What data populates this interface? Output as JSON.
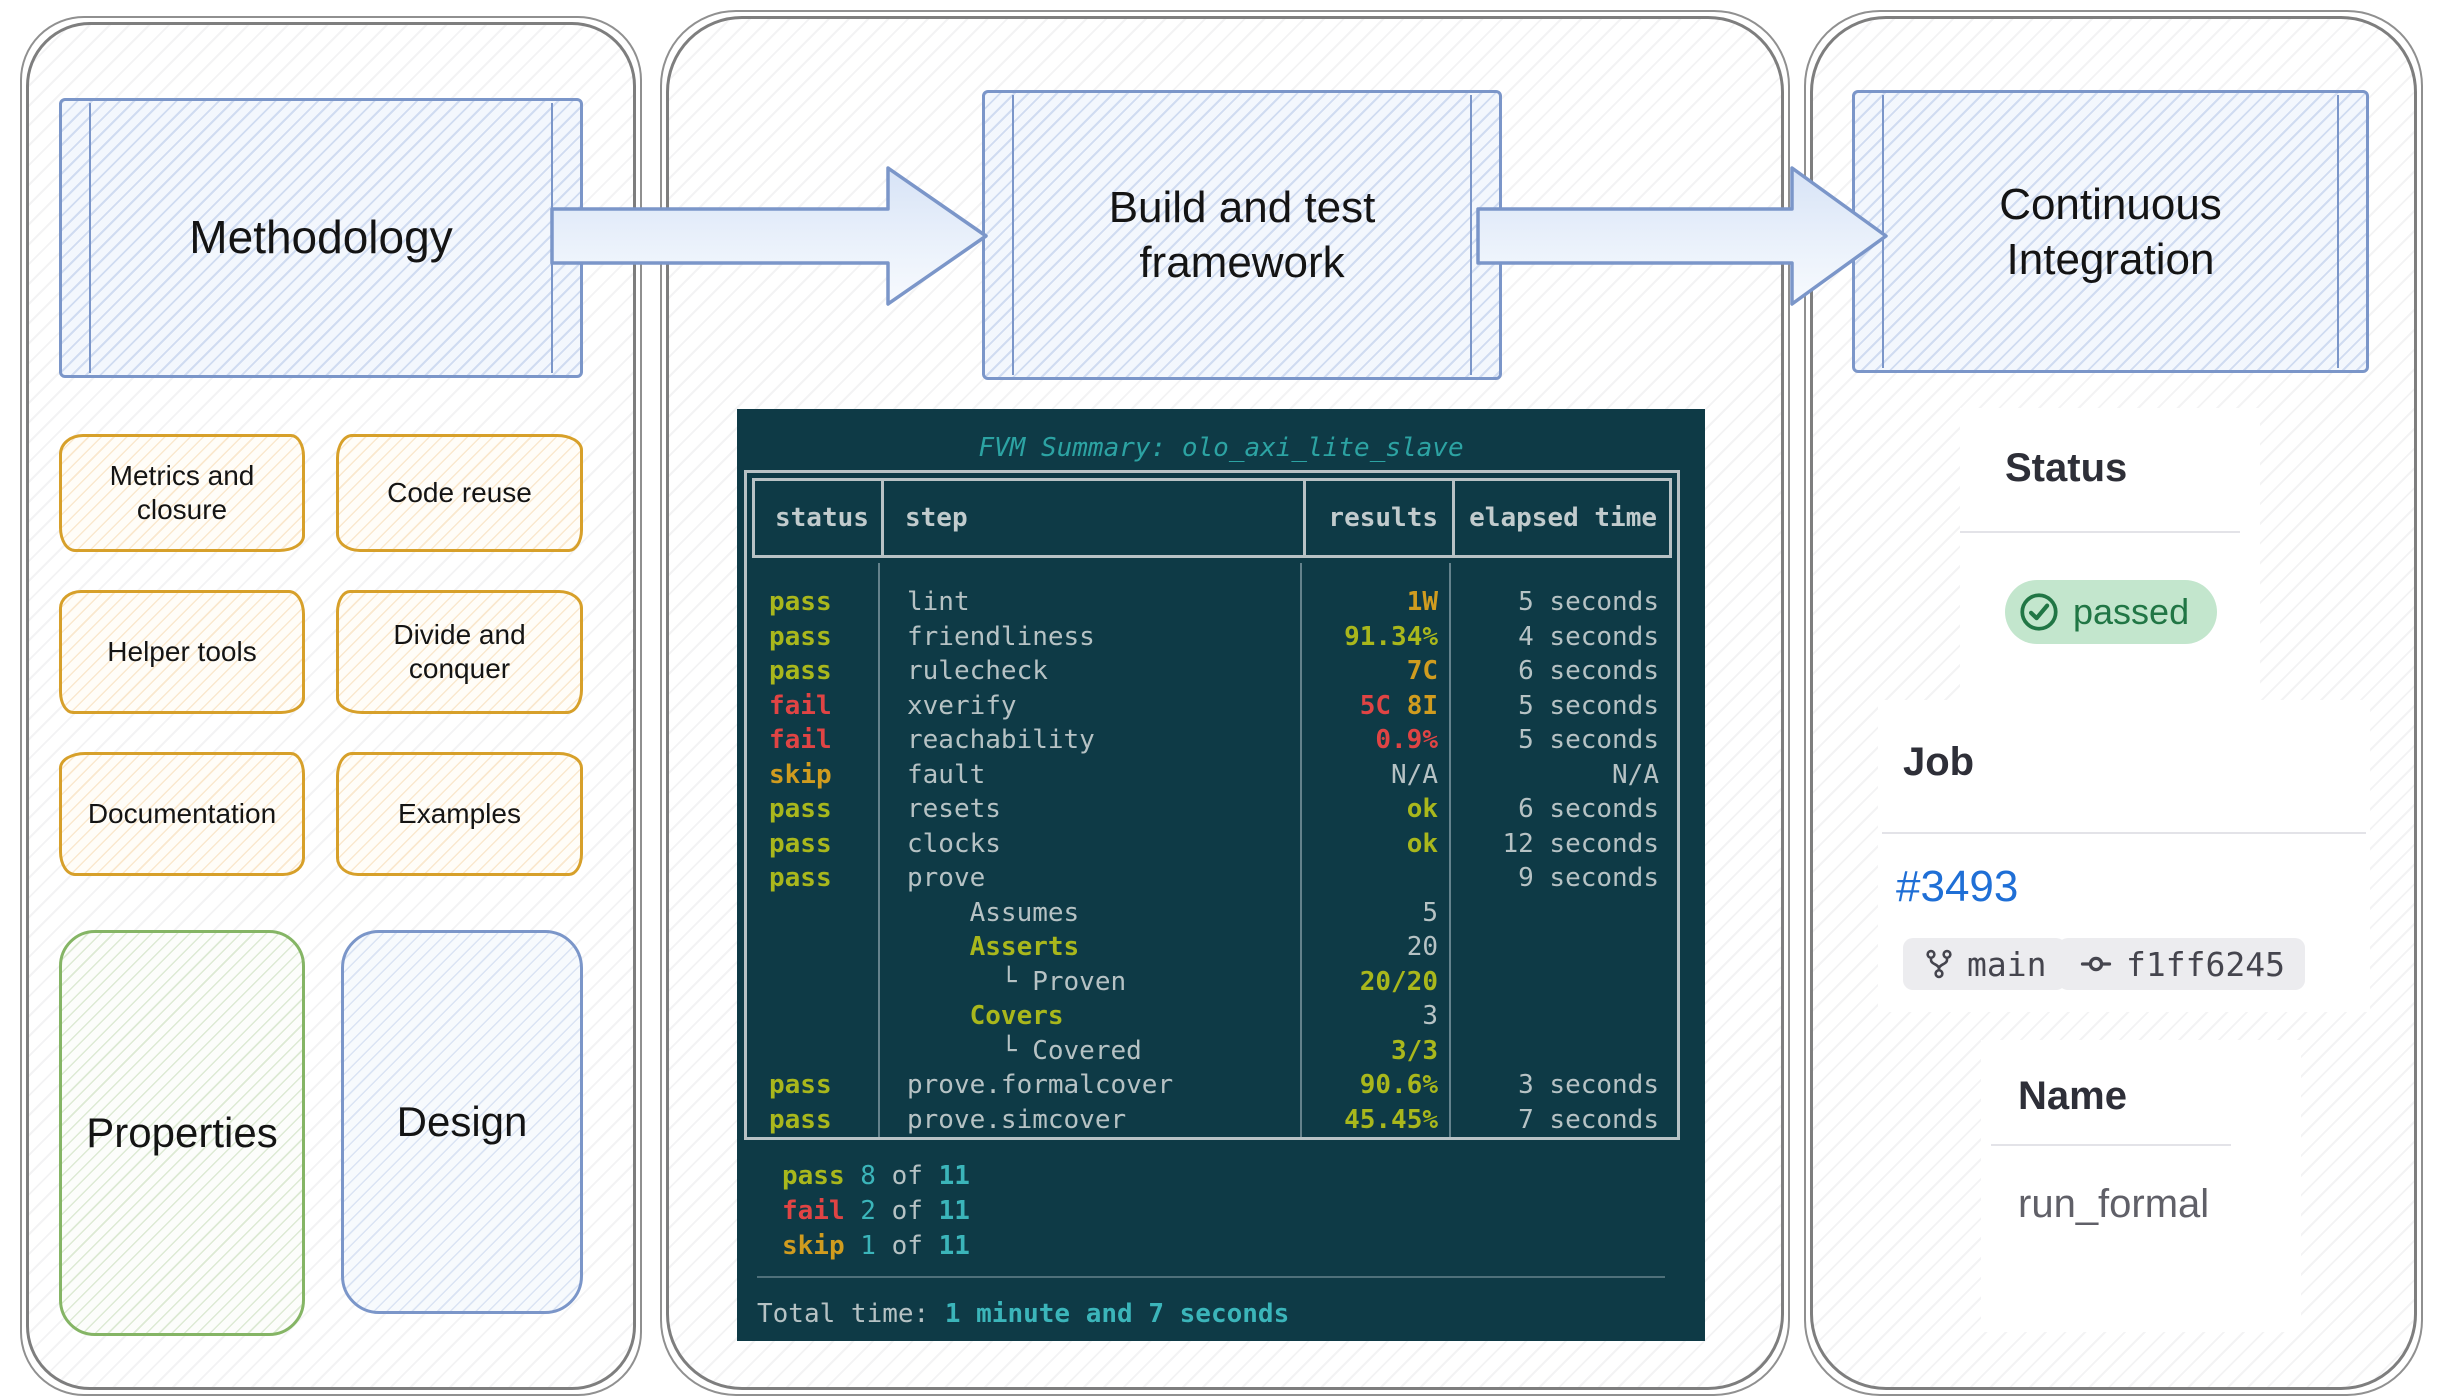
{
  "methodology": {
    "title": "Methodology",
    "items": [
      "Metrics and closure",
      "Code reuse",
      "Helper tools",
      "Divide and conquer",
      "Documentation",
      "Examples"
    ],
    "properties_label": "Properties",
    "design_label": "Design"
  },
  "build": {
    "title": "Build and test framework",
    "terminal": {
      "title": "FVM Summary: olo_axi_lite_slave",
      "columns": [
        "status",
        "step",
        "results",
        "elapsed time"
      ],
      "rows": [
        {
          "st": "pass",
          "stc": "pass",
          "step": "lint",
          "res": [
            [
              "1W",
              "amber"
            ]
          ],
          "rb": 1,
          "el": "5 seconds"
        },
        {
          "st": "pass",
          "stc": "pass",
          "step": "friendliness",
          "res": [
            [
              "91.34%",
              "pass"
            ]
          ],
          "rb": 1,
          "el": "4 seconds"
        },
        {
          "st": "pass",
          "stc": "pass",
          "step": "rulecheck",
          "res": [
            [
              "7C",
              "amber"
            ]
          ],
          "rb": 1,
          "el": "6 seconds"
        },
        {
          "st": "fail",
          "stc": "fail",
          "step": "xverify",
          "res": [
            [
              "5C",
              "fail"
            ],
            [
              " ",
              "text"
            ],
            [
              "8I",
              "amber"
            ]
          ],
          "rb": 1,
          "el": "5 seconds"
        },
        {
          "st": "fail",
          "stc": "fail",
          "step": "reachability",
          "res": [
            [
              "0.9%",
              "fail"
            ]
          ],
          "rb": 1,
          "el": "5 seconds"
        },
        {
          "st": "skip",
          "stc": "amber",
          "step": "fault",
          "res": [
            [
              "N/A",
              "text"
            ]
          ],
          "rb": 0,
          "el": "N/A"
        },
        {
          "st": "pass",
          "stc": "pass",
          "step": "resets",
          "res": [
            [
              "ok",
              "pass"
            ]
          ],
          "rb": 1,
          "el": "6 seconds"
        },
        {
          "st": "pass",
          "stc": "pass",
          "step": "clocks",
          "res": [
            [
              "ok",
              "pass"
            ]
          ],
          "rb": 1,
          "el": "12 seconds"
        },
        {
          "st": "pass",
          "stc": "pass",
          "step": "prove",
          "res": [],
          "rb": 0,
          "el": "9 seconds"
        },
        {
          "st": "",
          "step": "    Assumes",
          "res": [
            [
              "5",
              "text"
            ]
          ],
          "rb": 0,
          "el": ""
        },
        {
          "st": "",
          "step": "    Asserts",
          "stepc": "pass",
          "res": [
            [
              "20",
              "text"
            ]
          ],
          "rb": 0,
          "el": ""
        },
        {
          "st": "",
          "step": "      └ Proven",
          "res": [
            [
              "20/20",
              "pass"
            ]
          ],
          "rb": 1,
          "el": ""
        },
        {
          "st": "",
          "step": "    Covers",
          "stepc": "pass",
          "res": [
            [
              "3",
              "text"
            ]
          ],
          "rb": 0,
          "el": ""
        },
        {
          "st": "",
          "step": "      └ Covered",
          "res": [
            [
              "3/3",
              "pass"
            ]
          ],
          "rb": 1,
          "el": ""
        },
        {
          "st": "pass",
          "stc": "pass",
          "step": "prove.formalcover",
          "res": [
            [
              "90.6%",
              "pass"
            ]
          ],
          "rb": 1,
          "el": "3 seconds"
        },
        {
          "st": "pass",
          "stc": "pass",
          "step": "prove.simcover",
          "res": [
            [
              "45.45%",
              "pass"
            ]
          ],
          "rb": 1,
          "el": "7 seconds"
        }
      ],
      "summary": [
        {
          "label": "pass",
          "lc": "pass",
          "count": "8",
          "of": "of",
          "total": "11"
        },
        {
          "label": "fail",
          "lc": "fail",
          "count": "2",
          "of": "of",
          "total": "11"
        },
        {
          "label": "skip",
          "lc": "amber",
          "count": "1",
          "of": "of",
          "total": "11"
        }
      ],
      "total_label": "Total time: ",
      "total_value": "1 minute and 7 seconds"
    }
  },
  "ci": {
    "title": "Continuous Integration",
    "status_heading": "Status",
    "status_badge": "passed",
    "job_heading": "Job",
    "job_link": "#3493",
    "branch": "main",
    "commit": "f1ff6245",
    "name_heading": "Name",
    "name_value": "run_formal"
  },
  "palette": {
    "accent_blue": "#7b96c9",
    "accent_orange": "#d7a02a",
    "accent_green": "#85b565",
    "panel_gray": "#7e7e7e",
    "terminal_bg": "#0e3a46",
    "terminal_text": "#b6c2c4",
    "pass": "#a9b71c",
    "fail": "#e04444",
    "skip": "#d09c1f",
    "cyan": "#3bb5ba",
    "title_cyan": "#2ca3a3",
    "link_blue": "#1f6fd6",
    "badge_green_bg": "#c3e6cd",
    "badge_green_text": "#217645",
    "badge_gray_bg": "#ececef"
  }
}
